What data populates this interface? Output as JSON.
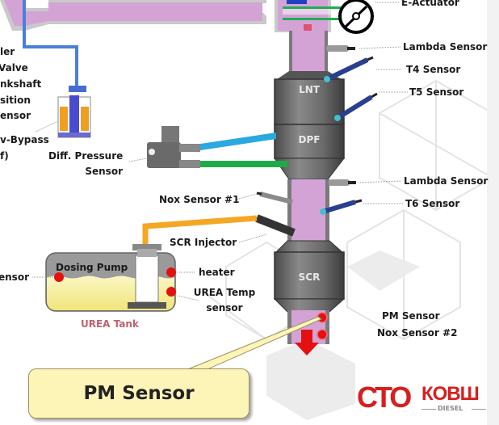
{
  "diagram": {
    "title": "Diesel exhaust aftertreatment system",
    "stages": {
      "lnt": "LNT",
      "dpf": "DPF",
      "scr": "SCR"
    },
    "labels": {
      "e_actuator": "E-Actuator",
      "lambda_sensor_1": "Lambda Sensor",
      "t4_sensor": "T4 Sensor",
      "t5_sensor": "T5 Sensor",
      "lambda_sensor_2": "Lambda Sensor",
      "t6_sensor": "T6 Sensor",
      "nox_sensor_1": "Nox Sensor #1",
      "scr_injector": "SCR Injector",
      "diff_pressure_line1": "Diff. Pressure",
      "diff_pressure_line2": "Sensor",
      "cooler_partial": "ler",
      "valve_partial": "Valve",
      "crankshaft_partial": "nkshaft",
      "position_partial": "sition",
      "sensor_partial": "ensor",
      "bypass_partial": "v-Bypass",
      "bypass_partial2": "f)",
      "level_sensor_partial": "ensor",
      "dosing_pump": "Dosing Pump",
      "heater": "heater",
      "urea_temp_line1": "UREA Temp",
      "urea_temp_line2": "sensor",
      "urea_tank": "UREA Tank",
      "pm_sensor": "PM Sensor",
      "nox_sensor_2": "Nox Sensor #2"
    },
    "callout": "PM Sensor",
    "logo": {
      "cto": "СТО",
      "kobsh": "КОВШ",
      "diesel": "DIESEL"
    },
    "colors": {
      "pipe": "#d4a3d6",
      "pipe_border": "#7a7a7a",
      "catalyst": "#6e6e6e",
      "hose_blue": "#2aa8e0",
      "hose_green": "#1faa4a",
      "hose_orange": "#f5a623",
      "urea_liquid": "#f8f0a0",
      "sensor_dot": "#e01010",
      "logo_red": "#d81e1e",
      "callout_bg": "#fdf5b8"
    }
  }
}
